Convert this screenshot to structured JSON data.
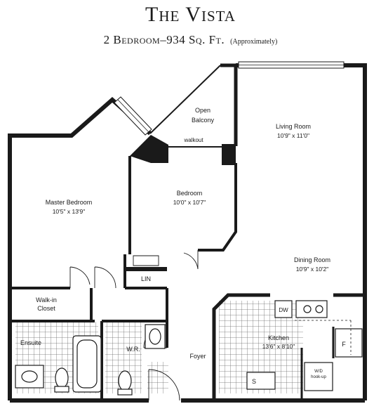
{
  "header": {
    "title": "The Vista",
    "subtitle": "2 Bedroom–934 Sq. Ft.",
    "note": "(Approximately)"
  },
  "rooms": {
    "balcony": {
      "name_line1": "Open",
      "name_line2": "Balcony"
    },
    "walkout": {
      "name": "walkout"
    },
    "living": {
      "name": "Living Room",
      "size": "10'9\" x 11'0\""
    },
    "master": {
      "name": "Master Bedroom",
      "size": "10'5\" x 13'9\""
    },
    "bedroom": {
      "name": "Bedroom",
      "size": "10'0\" x 10'7\""
    },
    "dining": {
      "name": "Dining Room",
      "size": "10'9\" x 10'2\""
    },
    "lin": {
      "name": "LIN"
    },
    "closet": {
      "name_line1": "Walk-in",
      "name_line2": "Closet"
    },
    "dw": {
      "name": "DW"
    },
    "kitchen": {
      "name": "Kitchen",
      "size": "13'6\" x 8'10\""
    },
    "ensuite": {
      "name": "Ensuite"
    },
    "wr": {
      "name": "W.R."
    },
    "foyer": {
      "name": "Foyer"
    },
    "fridge": {
      "name": "F"
    },
    "sink": {
      "name": "S"
    },
    "washer_dryer": {
      "name_line1": "W/D",
      "name_line2": "hook-up"
    }
  },
  "colors": {
    "wall": "#1a1a1a",
    "tile_line": "#6a6a6a",
    "background": "#ffffff"
  }
}
